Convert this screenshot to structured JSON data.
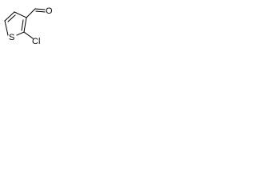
{
  "molecule": {
    "atoms": {
      "sulfur": "S",
      "chlorine": "Cl",
      "oxygen": "O"
    }
  }
}
